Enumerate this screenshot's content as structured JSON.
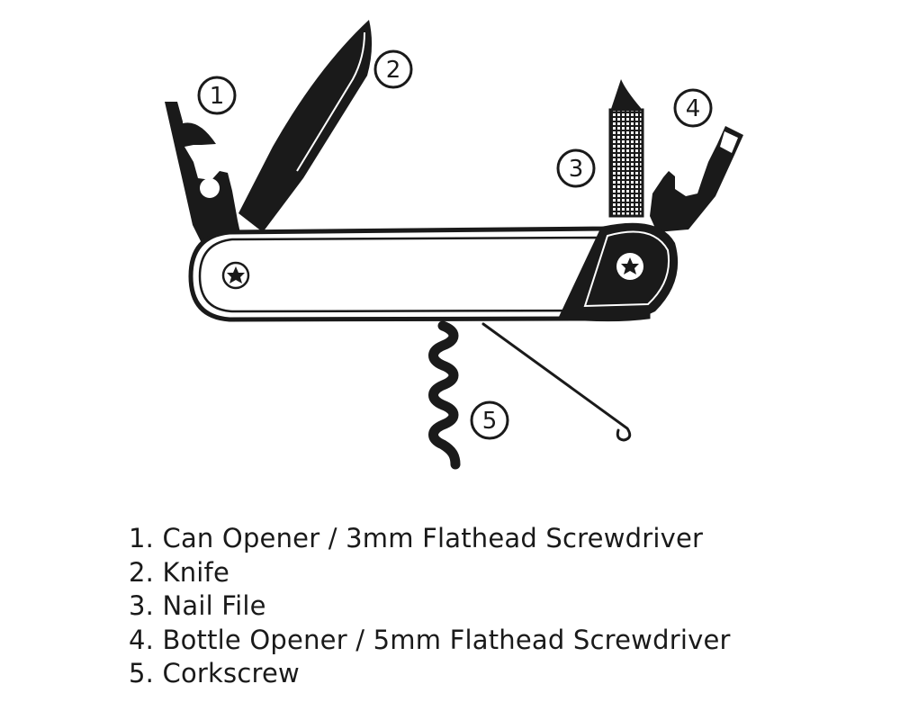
{
  "callouts": [
    "1",
    "2",
    "3",
    "4",
    "5"
  ],
  "legend": [
    {
      "number": "1.",
      "text": "Can Opener / 3mm Flathead Screwdriver"
    },
    {
      "number": "2.",
      "text": "Knife"
    },
    {
      "number": "3.",
      "text": "Nail File"
    },
    {
      "number": "4.",
      "text": "Bottle Opener / 5mm Flathead Screwdriver"
    },
    {
      "number": "5.",
      "text": "Corkscrew"
    }
  ],
  "colors": {
    "ink": "#1a1a1a",
    "background": "#ffffff"
  }
}
